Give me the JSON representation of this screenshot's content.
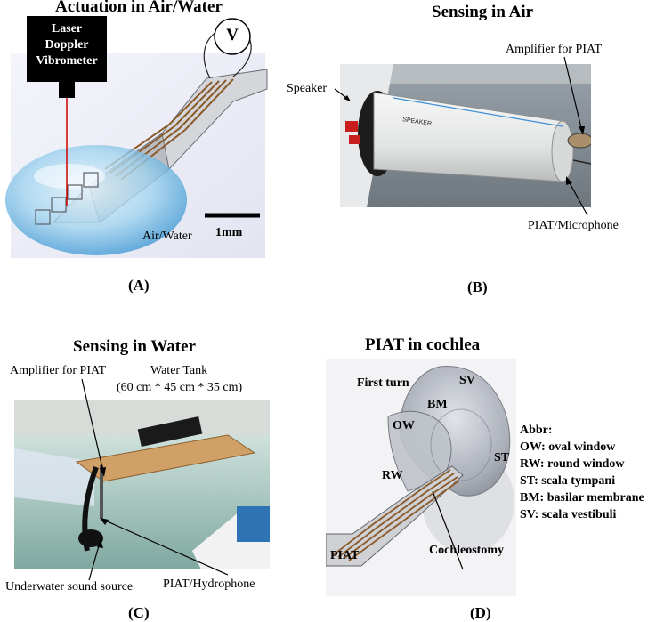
{
  "panel_a": {
    "title": "Actuation in Air/Water",
    "ldv_label": [
      "Laser",
      "Doppler",
      "Vibrometer"
    ],
    "voltage_symbol": "V",
    "medium_label": "Air/Water",
    "scale_label": "1mm",
    "caption": "(A)"
  },
  "panel_b": {
    "title": "Sensing in Air",
    "speaker_label": "Speaker",
    "amplifier_label": "Amplifier for PIAT",
    "sensor_label": "PIAT/Microphone",
    "tube_text": "SPEAKER",
    "caption": "(B)"
  },
  "panel_c": {
    "title": "Sensing in Water",
    "amplifier_label": "Amplifier for PIAT",
    "tank_label": "Water Tank",
    "tank_dims": "(60 cm * 45 cm * 35 cm)",
    "source_label": "Underwater sound source",
    "sensor_label": "PIAT/Hydrophone",
    "caption": "(C)"
  },
  "panel_d": {
    "title": "PIAT in cochlea",
    "first_turn": "First turn",
    "sv": "SV",
    "bm": "BM",
    "ow": "OW",
    "rw": "RW",
    "st": "ST",
    "piat": "PIAT",
    "cochleostomy": "Cochleostomy",
    "abbr_title": "Abbr:",
    "abbr": [
      "OW: oval window",
      "RW: round window",
      "ST: scala tympani",
      "BM: basilar membrane",
      "SV: scala vestibuli"
    ],
    "caption": "(D)"
  }
}
